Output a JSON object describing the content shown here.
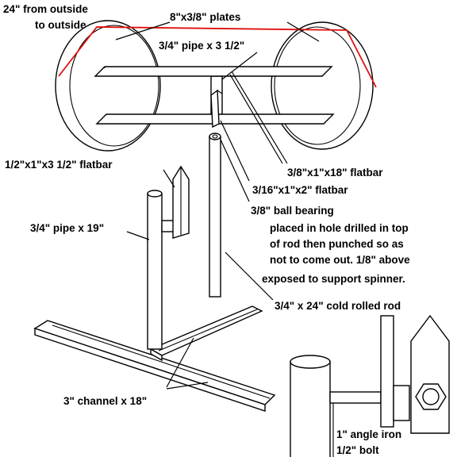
{
  "colors": {
    "ink": "#000000",
    "dimension_line": "#e01010",
    "background": "#ffffff"
  },
  "labels": {
    "overall_width_line1": "24\" from outside",
    "overall_width_line2": "to outside",
    "plates": "8\"x3/8\" plates",
    "short_pipe": "3/4\" pipe x 3 1/2\"",
    "flatbar_18": "3/8\"x1\"x18\" flatbar",
    "flatbar_small": "1/2\"x1\"x3 1/2\" flatbar",
    "flatbar_2": "3/16\"x1\"x2\" flatbar",
    "ball_bearing": "3/8\" ball bearing",
    "bearing_note_1": "placed in hole drilled in top",
    "bearing_note_2": "of rod then punched so as",
    "bearing_note_3": "not to come out.  1/8\" above",
    "bearing_note_4": "exposed to support spinner.",
    "long_pipe": "3/4\" pipe x 19\"",
    "rod": "3/4\" x 24\" cold rolled rod",
    "channel": "3\" channel x 18\"",
    "angle_iron": "1\" angle iron",
    "bolt": "1/2\" bolt"
  }
}
